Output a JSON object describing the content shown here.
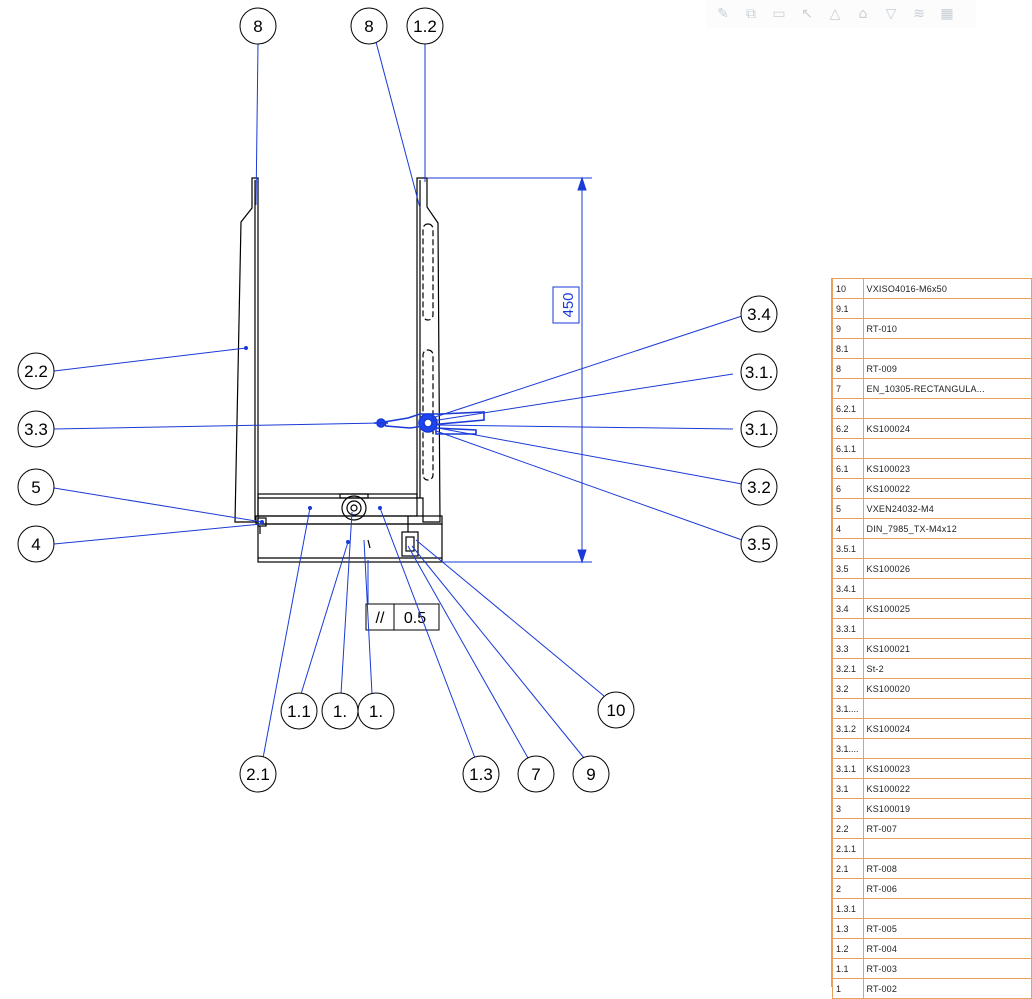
{
  "toolbar": {
    "icons": [
      "pin-icon",
      "copy-icon",
      "ruler-icon",
      "cursor-icon",
      "shape-icon",
      "home-icon",
      "filter-icon",
      "layers-icon",
      "grid-icon"
    ],
    "glyphs": [
      "✎",
      "⧉",
      "▭",
      "↖",
      "△",
      "⌂",
      "▽",
      "≋",
      "▦"
    ]
  },
  "balloons": {
    "b1": "8",
    "b2": "8",
    "b3": "1.2",
    "b4": "2.2",
    "b5": "3.3",
    "b6": "5",
    "b7": "4",
    "b8": "3.4",
    "b9": "3.1.",
    "b10": "3.1.",
    "b11": "3.2",
    "b12": "3.5",
    "b13": "1.1",
    "b14": "1.",
    "b15": "1.",
    "b16": "10",
    "b17": "2.1",
    "b18": "1.3",
    "b19": "7",
    "b20": "9"
  },
  "dimension": {
    "height": "450"
  },
  "tolerance": {
    "symbol": "//",
    "value": "0.5"
  },
  "bom": {
    "rows": [
      [
        "10",
        "VXISO4016-M6x50"
      ],
      [
        "9.1",
        ""
      ],
      [
        "9",
        "RT-010"
      ],
      [
        "8.1",
        ""
      ],
      [
        "8",
        "RT-009"
      ],
      [
        "7",
        "EN_10305-RECTANGULA..."
      ],
      [
        "6.2.1",
        ""
      ],
      [
        "6.2",
        "KS100024"
      ],
      [
        "6.1.1",
        ""
      ],
      [
        "6.1",
        "KS100023"
      ],
      [
        "6",
        "KS100022"
      ],
      [
        "5",
        "VXEN24032-M4"
      ],
      [
        "4",
        "DIN_7985_TX-M4x12"
      ],
      [
        "3.5.1",
        ""
      ],
      [
        "3.5",
        "KS100026"
      ],
      [
        "3.4.1",
        ""
      ],
      [
        "3.4",
        "KS100025"
      ],
      [
        "3.3.1",
        ""
      ],
      [
        "3.3",
        "KS100021"
      ],
      [
        "3.2.1",
        "St-2"
      ],
      [
        "3.2",
        "KS100020"
      ],
      [
        "3.1....",
        ""
      ],
      [
        "3.1.2",
        "KS100024"
      ],
      [
        "3.1....",
        ""
      ],
      [
        "3.1.1",
        "KS100023"
      ],
      [
        "3.1",
        "KS100022"
      ],
      [
        "3",
        "KS100019"
      ],
      [
        "2.2",
        "RT-007"
      ],
      [
        "2.1.1",
        ""
      ],
      [
        "2.1",
        "RT-008"
      ],
      [
        "2",
        "RT-006"
      ],
      [
        "1.3.1",
        ""
      ],
      [
        "1.3",
        "RT-005"
      ],
      [
        "1.2",
        "RT-004"
      ],
      [
        "1.1",
        "RT-003"
      ],
      [
        "1",
        "RT-002"
      ]
    ]
  }
}
